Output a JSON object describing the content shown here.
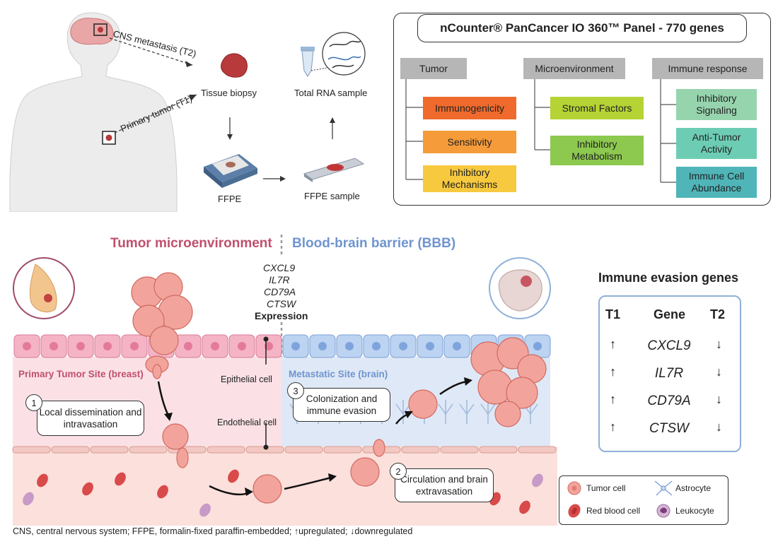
{
  "workflow": {
    "cns_metastasis": "CNS metastasis (T2)",
    "primary_tumor": "Primary tumor (T1)",
    "tissue_biopsy": "Tissue biopsy",
    "total_rna": "Total RNA sample",
    "ffpe": "FFPE",
    "ffpe_sample": "FFPE sample"
  },
  "panel": {
    "title": "nCounter® PanCancer IO 360™ Panel - 770 genes",
    "categories": [
      {
        "label": "Tumor",
        "items": [
          "Immunogenicity",
          "Sensitivity",
          "Inhibitory Mechanisms"
        ],
        "colors": [
          "#ef6a2c",
          "#f59b3a",
          "#f7c93e"
        ]
      },
      {
        "label": "Microenvironment",
        "items": [
          "Stromal Factors",
          "Inhibitory Metabolism"
        ],
        "colors": [
          "#b5d334",
          "#8cc94e"
        ]
      },
      {
        "label": "Immune response",
        "items": [
          "Inhibitory Signaling",
          "Anti-Tumor Activity",
          "Immune Cell Abundance"
        ],
        "colors": [
          "#96d4ae",
          "#6dcdb4",
          "#4fb5b8"
        ]
      }
    ]
  },
  "diagram": {
    "tme_title": "Tumor microenvironment",
    "bbb_title": "Blood-brain barrier (BBB)",
    "genes": [
      "CXCL9",
      "IL7R",
      "CD79A",
      "CTSW"
    ],
    "expression": "Expression",
    "primary_site": "Primary Tumor Site (breast)",
    "metastatic_site": "Metastatic Site (brain)",
    "epithelial": "Epithelial cell",
    "endothelial": "Endothelial cell",
    "steps": [
      {
        "num": "1",
        "text": "Local dissemination and intravasation"
      },
      {
        "num": "2",
        "text": "Circulation and brain extravasation"
      },
      {
        "num": "3",
        "text": "Colonization and immune evasion"
      }
    ],
    "colors": {
      "tme": "#c0506d",
      "bbb": "#6f95cf"
    }
  },
  "immune_evasion": {
    "title": "Immune evasion genes",
    "headers": [
      "T1",
      "Gene",
      "T2"
    ],
    "rows": [
      {
        "t1": "↑",
        "gene": "CXCL9",
        "t2": "↓"
      },
      {
        "t1": "↑",
        "gene": "IL7R",
        "t2": "↓"
      },
      {
        "t1": "↑",
        "gene": "CD79A",
        "t2": "↓"
      },
      {
        "t1": "↑",
        "gene": "CTSW",
        "t2": "↓"
      }
    ]
  },
  "legend": {
    "tumor_cell": "Tumor cell",
    "astrocyte": "Astrocyte",
    "rbc": "Red blood cell",
    "leukocyte": "Leukocyte"
  },
  "footer": "CNS, central nervous system; FFPE, formalin-fixed paraffin-embedded; ↑upregulated; ↓downregulated"
}
